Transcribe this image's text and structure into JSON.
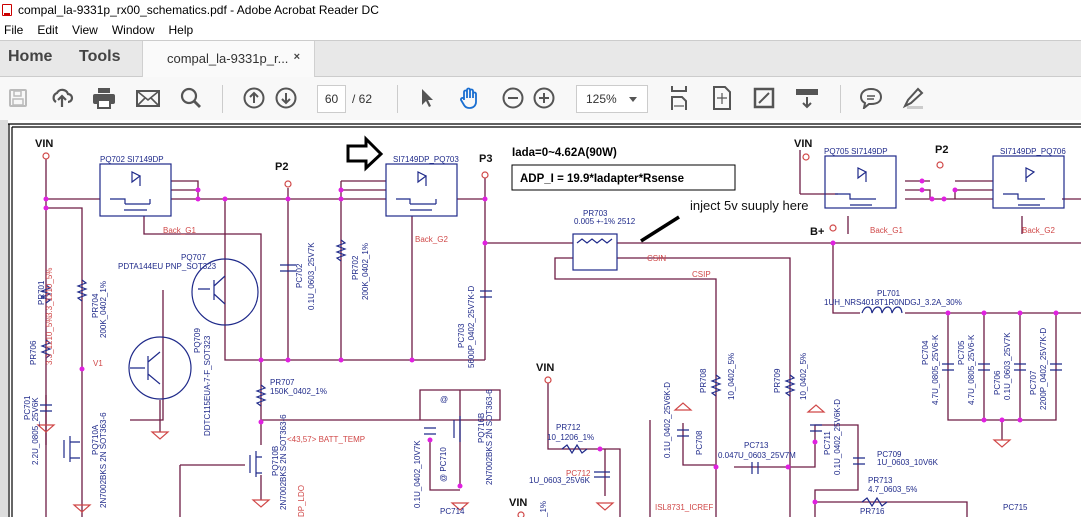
{
  "window": {
    "title": "compal_la-9331p_rx00_schematics.pdf - Adobe Acrobat Reader DC"
  },
  "menu": [
    "File",
    "Edit",
    "View",
    "Window",
    "Help"
  ],
  "tabs": {
    "home": "Home",
    "tools": "Tools",
    "document": "compal_la-9331p_r...",
    "close": "×"
  },
  "toolbar": {
    "page_current": "60",
    "page_total": "/ 62",
    "zoom": "125%"
  },
  "colors": {
    "wire": "#6e1c44",
    "component": "#1f2a8a",
    "junction": "#e020e0",
    "net_label": "#d04848"
  },
  "schematic": {
    "vin": "VIN",
    "p2": "P2",
    "p3": "P3",
    "bplus": "B+",
    "pq702": "PQ702 SI7149DP",
    "pq703": "SI7149DP_PQ703",
    "pq705": "PQ705 SI7149DP",
    "pq706": "SI7149DP_PQ706",
    "iada": "Iada=0~4.62A(90W)",
    "adp_formula": "ADP_I = 19.9*Iadapter*Rsense",
    "annotation": "inject 5v suuply here",
    "pr703": "PR703",
    "pr703_val": "0.005 +-1% 2512",
    "csin": "CSIN",
    "csip": "CSIP",
    "back_g1": "Back_G1",
    "back_g2": "Back_G2",
    "pl701": "PL701",
    "pl701_val": "1UH_NRS4018T1R0NDGJ_3.2A_30%",
    "pq707": "PQ707",
    "pq707_val": "PDTA144EU PNP_SOT323",
    "pq709": "PQ709",
    "pq709_val": "DDTC115EUA-7-F_SOT323",
    "pr701": "PR701",
    "pr701_val": "3.3_1210_5%",
    "pr706": "PR706",
    "pr706_val": "3.3_1210_5%",
    "pr704": "PR704",
    "pr704_val": "200K_0402_1%",
    "pc702": "PC702",
    "pc702_val": "0.1U_0603_25V7K",
    "pr702": "PR702",
    "pr702_val": "200K_0402_1%",
    "pc703": "PC703",
    "pc703_val": "5600P_0402_25V7K-D",
    "pr707": "PR707",
    "pr707_val": "150K_0402_1%",
    "v1": "V1",
    "batt_temp": "<43,57>  BATT_TEMP",
    "pc701": "PC701",
    "pc701_val": "2.2U_0805_25V6K",
    "pq710a": "PQ710A",
    "pq710a_val": "2N7002BKS 2N SOT363-6",
    "pq710b": "PQ710B",
    "pq710b_val": "2N7002BKS 2N SOT363-6",
    "pq716b": "PQ716B",
    "pq716b_val": "2N7002BKS 2N SOT363-6",
    "pc710": "@ PC710",
    "pc710_val": "0.1U_0402_10V7K",
    "pr712": "PR712",
    "pr712_val": "10_1206_1%",
    "pc712": "PC712",
    "pc712_val": "1U_0603_25V6K",
    "pr708": "PR708",
    "pr708_val": "10_0402_5%",
    "pr709": "PR709",
    "pr709_val": "10_0402_5%",
    "pc708": "PC708",
    "pc708_val": "0.1U_0402_25V6K-D",
    "pc711": "PC711",
    "pc711_val": "0.1U_0402_25V6K-D",
    "pc713": "PC713",
    "pc713_val": "0.047U_0603_25V7M",
    "pc709": "PC709",
    "pc709_val": "1U_0603_10V6K",
    "pr713": "PR713",
    "pr713_val": "4.7_0603_5%",
    "pc715": "PC715",
    "pr716": "PR716",
    "pc714": "PC714",
    "pc704": "PC704",
    "pc704_val": "4.7U_0805_25V6-K",
    "pc705": "PC705",
    "pc705_val": "4.7U_0805_25V6-K",
    "pc706": "PC706",
    "pc706_val": "0.1U_0603_25V7K",
    "pc707": "PC707",
    "pc707_val": "2200P_0402_25V7K-D",
    "isl_icref": "ISL8731_ICREF",
    "dp_ldo": "DP_LDO",
    "at": "@",
    "pr_partial": "_1%"
  }
}
